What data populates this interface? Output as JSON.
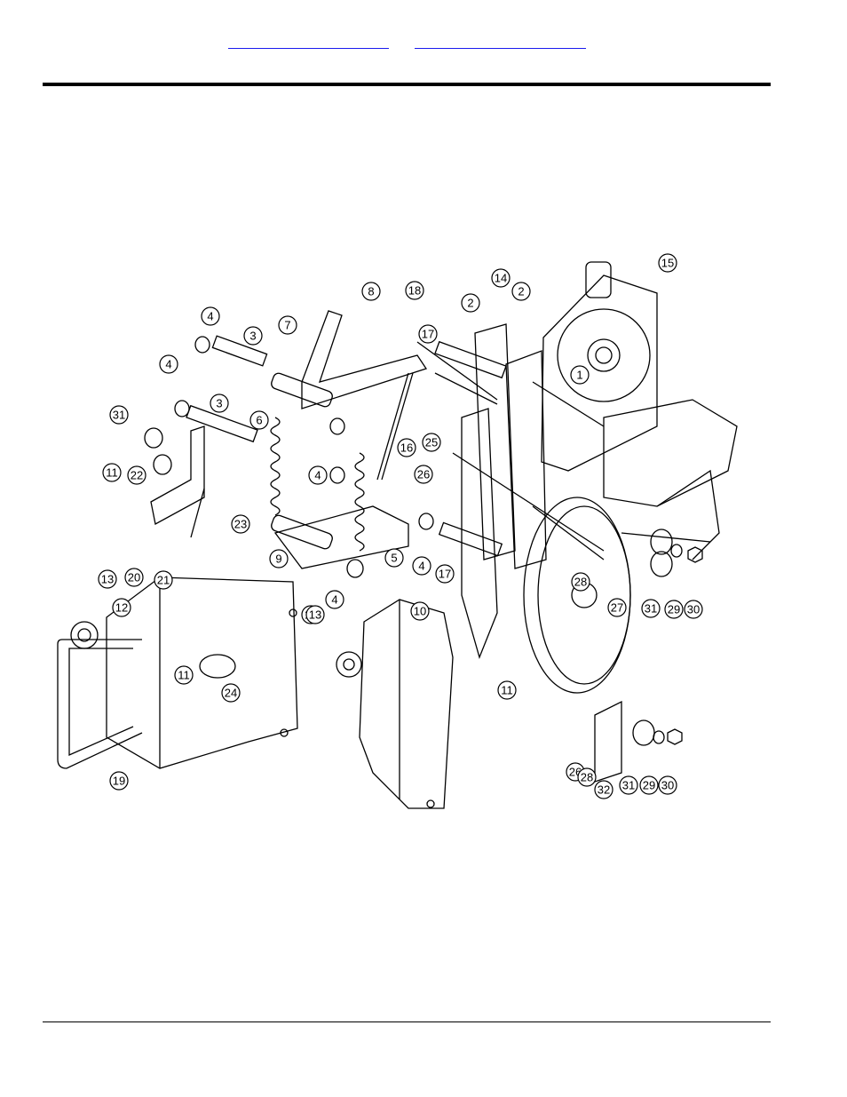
{
  "header": {
    "links": [
      {
        "text": ""
      },
      {
        "text": ""
      }
    ]
  },
  "diagram": {
    "callouts": [
      "1",
      "2",
      "2",
      "3",
      "3",
      "4",
      "4",
      "4",
      "4",
      "4",
      "5",
      "6",
      "7",
      "8",
      "9",
      "10",
      "11",
      "11",
      "11",
      "12",
      "12",
      "13",
      "13",
      "14",
      "15",
      "16",
      "17",
      "17",
      "18",
      "19",
      "20",
      "21",
      "22",
      "23",
      "24",
      "25",
      "26",
      "26",
      "27",
      "28",
      "28",
      "29",
      "29",
      "30",
      "30",
      "31",
      "31",
      "31",
      "32"
    ]
  },
  "colors": {
    "ink": "#000000",
    "link": "#1a1aee",
    "paper": "#ffffff"
  }
}
